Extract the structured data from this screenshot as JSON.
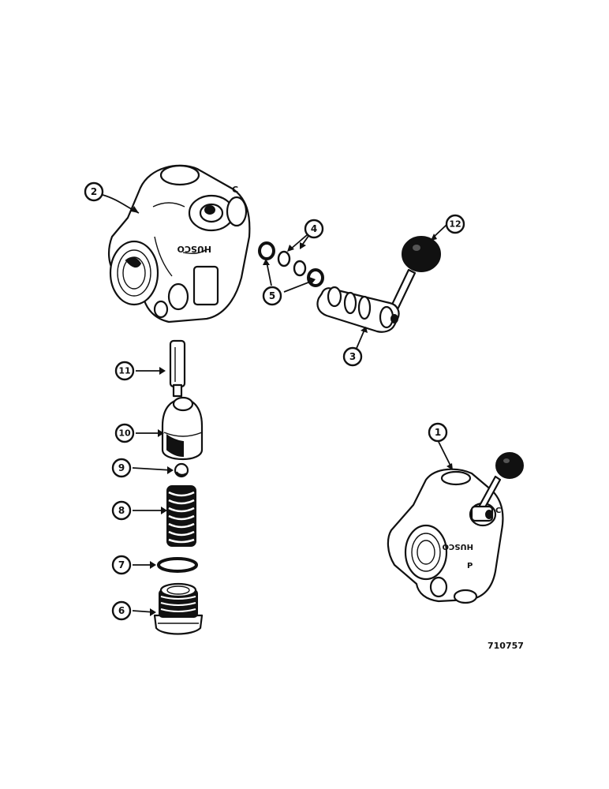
{
  "callouts": [
    {
      "id": "c1",
      "label": "1"
    },
    {
      "id": "c2",
      "label": "2"
    },
    {
      "id": "c3",
      "label": "3"
    },
    {
      "id": "c4",
      "label": "4"
    },
    {
      "id": "c5",
      "label": "5"
    },
    {
      "id": "c6",
      "label": "6"
    },
    {
      "id": "c7",
      "label": "7"
    },
    {
      "id": "c8",
      "label": "8"
    },
    {
      "id": "c9",
      "label": "9"
    },
    {
      "id": "c10",
      "label": "10"
    },
    {
      "id": "c11",
      "label": "11"
    },
    {
      "id": "c12",
      "label": "12"
    }
  ],
  "body_markings": {
    "main_valve": "HUSCO",
    "assembled_valve": "HUSCO",
    "port_c": "C",
    "port_p": "P"
  },
  "figure_ref": "710757"
}
